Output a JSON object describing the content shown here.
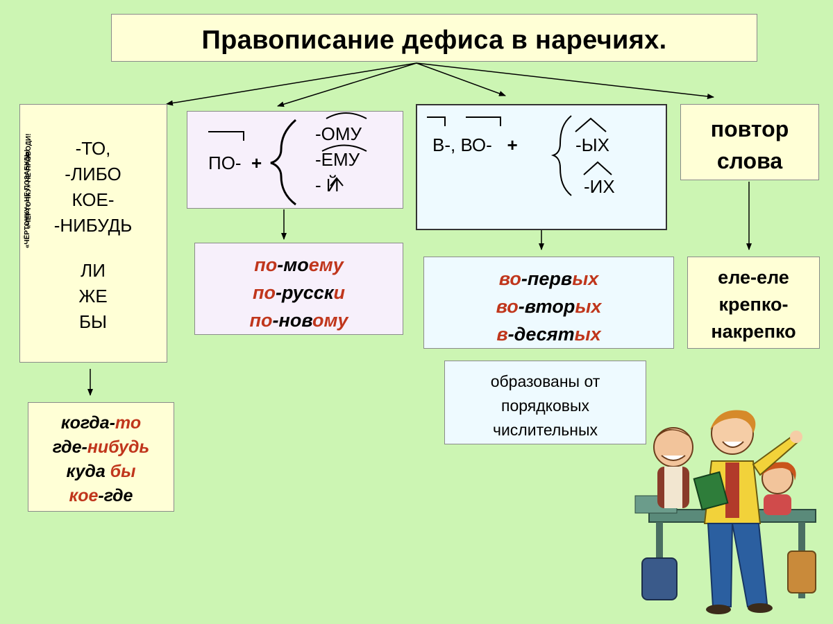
{
  "title": "Правописание дефиса в наречиях.",
  "col1": {
    "side_note_top": "«ЧЁРТОЧКУ» НЕ ПРОВОДИ!",
    "side_note_bottom": "«ЧЁРТОЧКУ» НЕ ПОЗАБУДЬ!",
    "particles_hyphen": [
      "-ТО,",
      "-ЛИБО",
      "КОЕ-",
      "-НИБУДЬ"
    ],
    "particles_separate": [
      "ЛИ",
      "ЖЕ",
      "БЫ"
    ],
    "examples": [
      {
        "base": "когда-",
        "suffix": "то"
      },
      {
        "base": "где-",
        "suffix": "нибудь"
      },
      {
        "base": "куда ",
        "suffix": "бы"
      },
      {
        "base": "-где",
        "prefix": "кое"
      }
    ]
  },
  "col2": {
    "prefix": "ПО-",
    "plus": "+",
    "endings": [
      "-ОМУ",
      "-ЕМУ",
      "- Й"
    ],
    "examples": [
      {
        "p": "по",
        "m": "-мо",
        "e": "ему"
      },
      {
        "p": "по",
        "m": "-русск",
        "e": "и"
      },
      {
        "p": "по",
        "m": "-нов",
        "e": "ому"
      }
    ]
  },
  "col3": {
    "prefix": "В-, ВО-",
    "plus": "+",
    "endings": [
      "-ЫХ",
      "-ИХ"
    ],
    "examples": [
      {
        "p": "во",
        "m": "-перв",
        "e": "ых"
      },
      {
        "p": "во",
        "m": "-втор",
        "e": "ых"
      },
      {
        "p": "в",
        "m": "-десят",
        "e": "ых"
      }
    ],
    "note": [
      "образованы от",
      "порядковых",
      "числительных"
    ]
  },
  "col4": {
    "heading": [
      "повтор",
      "слова"
    ],
    "examples": [
      "еле-еле",
      "крепко-",
      "накрепко"
    ]
  },
  "colors": {
    "background": "#ccf5b3",
    "accent_red": "#c0361c"
  }
}
